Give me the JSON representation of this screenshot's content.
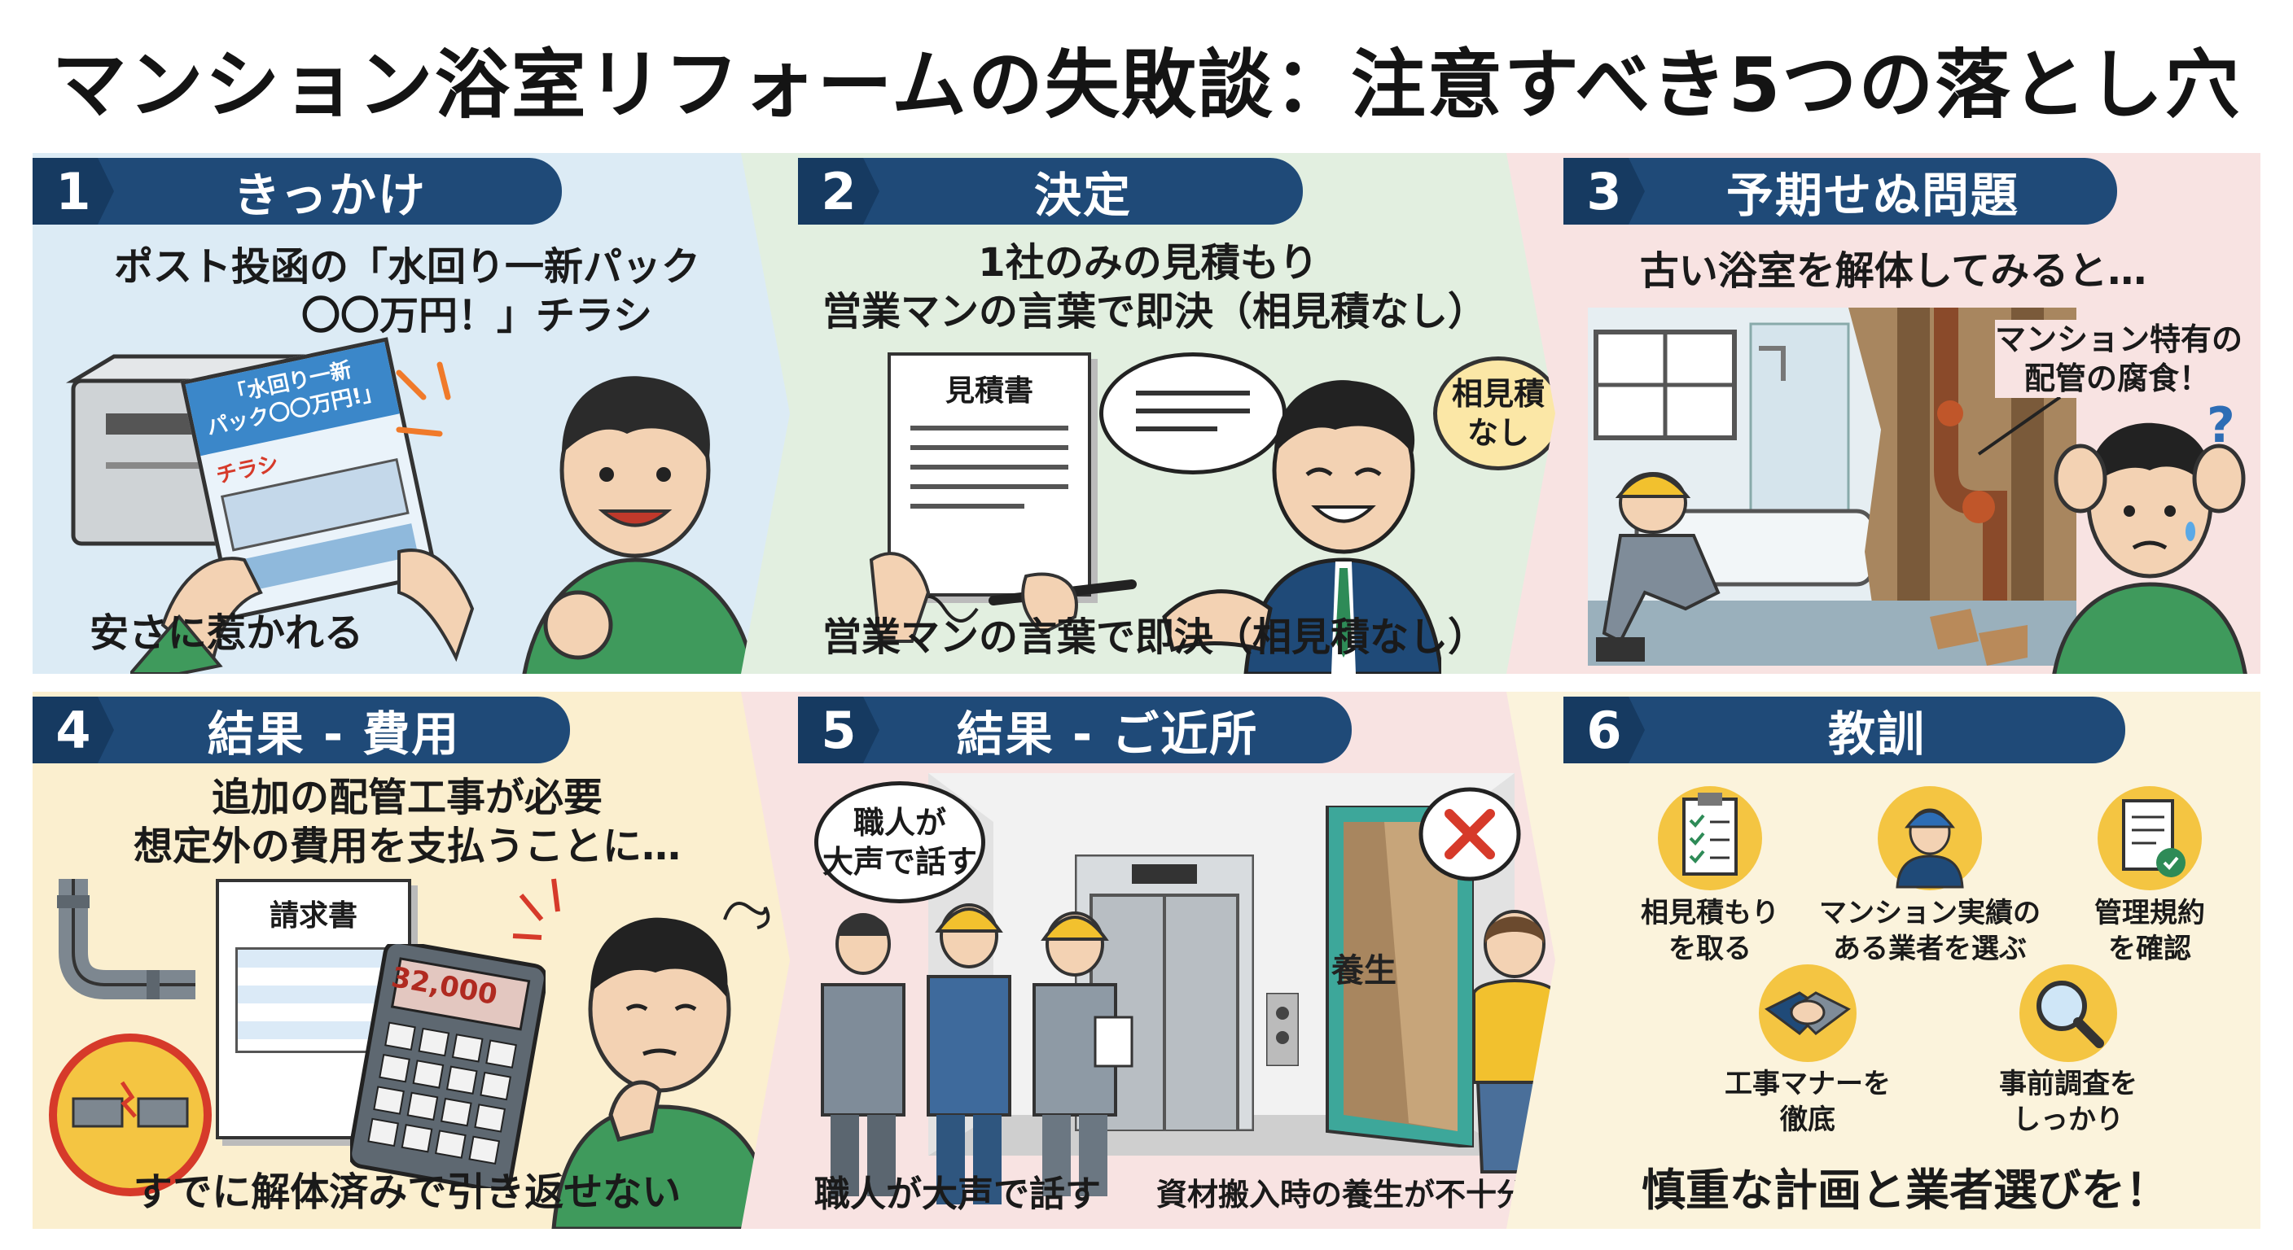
{
  "title": "マンション浴室リフォームの失敗談：注意すべき5つの落とし穴",
  "colors": {
    "header_bg": "#1f4a78",
    "panel1_bg": "#dcebf5",
    "panel2_bg": "#e2efe0",
    "panel3_bg": "#f8e3e2",
    "panel4_bg": "#fbefcf",
    "panel5_bg": "#f8e3e2",
    "panel6_bg": "#fbf3dc",
    "accent_yellow": "#f2c12e",
    "accent_red": "#d63a2a",
    "shirt_green": "#3f9a5c"
  },
  "panels": [
    {
      "num": "1",
      "header": "きっかけ",
      "top_line1": "ポスト投函の「水回り一新パック",
      "top_line2": "〇〇万円！」チラシ",
      "flyer_line1": "「水回り一新",
      "flyer_line2": "パック〇〇万円!」",
      "flyer_tag": "チラシ",
      "bottom": "安さに惹かれる",
      "icons": [
        "mailbox-icon",
        "flyer-icon",
        "excited-man-icon"
      ]
    },
    {
      "num": "2",
      "header": "決定",
      "top_line1": "1社のみの見積もり",
      "top_line2": "営業マンの言葉で即決（相見積なし）",
      "doc_title": "見積書",
      "bubble_text_line1": "相見積",
      "bubble_text_line2": "なし",
      "bottom": "営業マンの言葉で即決（相見積なし）",
      "icons": [
        "estimate-document-icon",
        "pen-icon",
        "salesman-icon",
        "speech-bubble-icon"
      ]
    },
    {
      "num": "3",
      "header": "予期せぬ問題",
      "top_line1": "古い浴室を解体してみると…",
      "callout_line1": "マンション特有の",
      "callout_line2": "配管の腐食！",
      "question": "?",
      "icons": [
        "bathroom-icon",
        "worker-icon",
        "corroded-pipe-icon",
        "worried-man-icon"
      ]
    },
    {
      "num": "4",
      "header": "結果 - 費用",
      "top_line1": "追加の配管工事が必要",
      "top_line2": "想定外の費用を支払うことに…",
      "invoice_title": "請求書",
      "calculator_display": "32,000",
      "bottom": "すでに解体済みで引き返せない",
      "icons": [
        "pipe-icon",
        "broken-pipe-warning-icon",
        "invoice-icon",
        "calculator-icon",
        "thinking-man-icon"
      ]
    },
    {
      "num": "5",
      "header": "結果 - ご近所",
      "bubble_line1": "職人が",
      "bubble_line2": "大声で話す",
      "protection_label": "養生",
      "bottom_left": "職人が大声で話す",
      "bottom_right": "資材搬入時の養生が不十分",
      "icons": [
        "workers-icon",
        "elevator-icon",
        "cross-mark-icon",
        "neighbor-woman-icon"
      ]
    },
    {
      "num": "6",
      "header": "教訓",
      "lessons": [
        {
          "line1": "相見積もり",
          "line2": "を取る",
          "icon": "checklist-icon"
        },
        {
          "line1": "マンション実績の",
          "line2": "ある業者を選ぶ",
          "icon": "contractor-icon"
        },
        {
          "line1": "管理規約",
          "line2": "を確認",
          "icon": "rules-document-icon"
        },
        {
          "line1": "工事マナーを",
          "line2": "徹底",
          "icon": "handshake-icon"
        },
        {
          "line1": "事前調査を",
          "line2": "しっかり",
          "icon": "magnifier-icon"
        }
      ],
      "bottom": "慎重な計画と業者選びを！"
    }
  ]
}
